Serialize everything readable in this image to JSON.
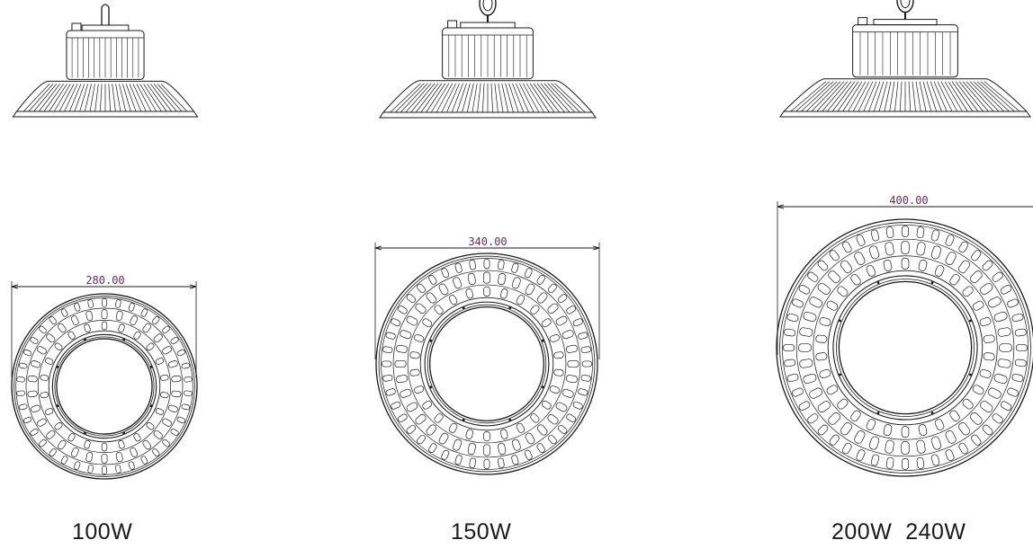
{
  "colors": {
    "line": "#1a1a1a",
    "dimension_text": "#6b2a5a",
    "background": "#ffffff"
  },
  "models": [
    {
      "id": "m100",
      "dimension": "280.00",
      "label": "100W",
      "ring_slots": [
        22,
        30,
        38
      ],
      "hook": "straight"
    },
    {
      "id": "m150",
      "dimension": "340.00",
      "label": "150W",
      "ring_slots": [
        26,
        36,
        44
      ],
      "hook": "eye"
    },
    {
      "id": "m200",
      "dimension": "400.00",
      "label": "200W  240W",
      "ring_slots": [
        30,
        40,
        48
      ],
      "hook": "eye"
    }
  ]
}
